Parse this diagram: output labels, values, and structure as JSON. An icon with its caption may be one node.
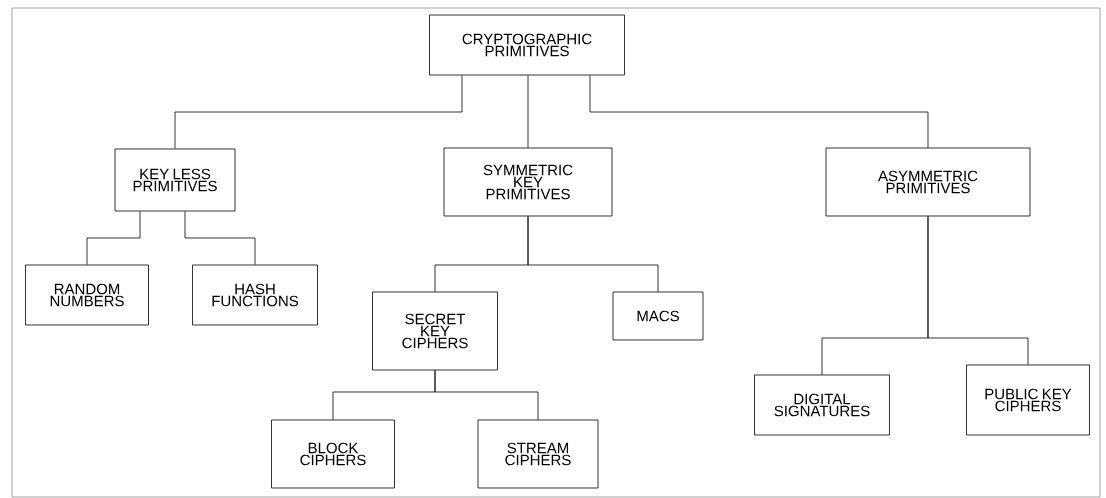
{
  "diagram": {
    "nodes": [
      {
        "text": [
          "CRYPTOGRAPHIC PRIMITIVES"
        ]
      },
      {
        "text": [
          "KEY LESS PRIMITIVES"
        ]
      },
      {
        "text": [
          "SYMMETRIC KEY PRIMITIVES"
        ]
      },
      {
        "text": [
          "ASYMMETRIC PRIMITIVES"
        ]
      },
      {
        "text": [
          "RANDOM NUMBERS"
        ]
      },
      {
        "text": [
          "HASH FUNCTIONS"
        ]
      },
      {
        "text": [
          "SECRET KEY CIPHERS"
        ]
      },
      {
        "text": [
          "MACS"
        ]
      },
      {
        "text": [
          "DIGITAL SIGNATURES"
        ]
      },
      {
        "text": [
          "PUBLIC KEY CIPHERS"
        ]
      },
      {
        "text": [
          "BLOCK CIPHERS"
        ]
      },
      {
        "text": [
          "STREAM CIPHERS"
        ]
      }
    ],
    "edges": [
      {
        "from": 0,
        "to": 1,
        "arrow": "none"
      },
      {
        "from": 0,
        "to": 2,
        "arrow": "none"
      },
      {
        "from": 0,
        "to": 3,
        "arrow": "none"
      },
      {
        "from": 1,
        "to": 4,
        "arrow": "none"
      },
      {
        "from": 1,
        "to": 5,
        "arrow": "none"
      },
      {
        "from": 2,
        "to": 6,
        "arrow": "none"
      },
      {
        "from": 2,
        "to": 7,
        "arrow": "none"
      },
      {
        "from": 3,
        "to": 8,
        "arrow": "none"
      },
      {
        "from": 3,
        "to": 9,
        "arrow": "none"
      },
      {
        "from": 6,
        "to": 10,
        "arrow": "none"
      },
      {
        "from": 6,
        "to": 11,
        "arrow": "none"
      }
    ]
  }
}
